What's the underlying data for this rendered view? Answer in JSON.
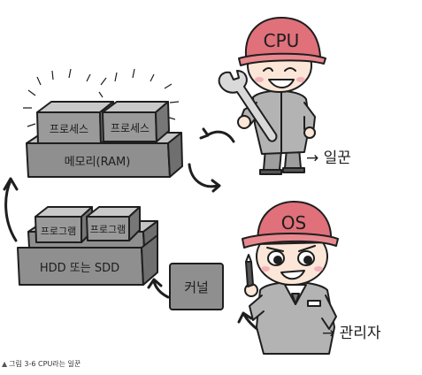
{
  "labels": {
    "process_a": "프로세스",
    "process_b": "프로세스",
    "memory": "메모리(RAM)",
    "program_a": "프로그램",
    "program_b": "프로그램",
    "storage": "HDD 또는 SDD",
    "kernel": "커널",
    "cpu_hat": "CPU",
    "os_hat": "OS",
    "cpu_role": "→ 일꾼",
    "os_role": "→ 관리자"
  },
  "caption": {
    "marker": "▲",
    "text": "그림 3-6 CPU라는 일꾼"
  },
  "colors": {
    "block_gray": "#8f8f8f",
    "block_light": "#b9b9b9",
    "hat_red": "#e0707a",
    "ink": "#1e1e1e",
    "skin": "#fbe6d7",
    "uniform": "#b3b3b3"
  },
  "icons": [
    "wrench-icon",
    "pen-icon"
  ]
}
